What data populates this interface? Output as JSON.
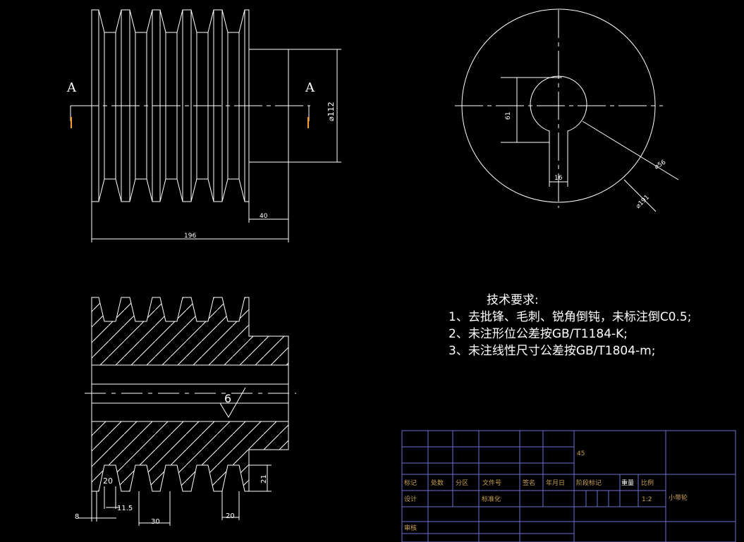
{
  "drawing": {
    "section_labels": [
      "A",
      "A"
    ],
    "dimensions": {
      "dia_112": "⌀112",
      "len_40": "40",
      "len_196": "196",
      "key_dia": "61",
      "hole_dia": "⌀56",
      "key_w": "16",
      "outer_dia": "⌀191",
      "groove_20a": "20",
      "groove_11_5": "11.5",
      "groove_8": "8",
      "groove_30": "30",
      "groove_20b": "20",
      "depth_21": "21",
      "roughness": "6"
    }
  },
  "notes": {
    "title": "技术要求:",
    "items": [
      "1、去批锋、毛刺、锐角倒钝，未标注倒C0.5;",
      "2、未注形位公差按GB/T1184-K;",
      "3、未注线性尺寸公差按GB/T1804-m;"
    ]
  },
  "title_block": {
    "material": "45",
    "headers": [
      "标记",
      "处数",
      "分区",
      "文件号",
      "签名",
      "年月日",
      "阶段标记",
      "重量",
      "比例"
    ],
    "design": "设计",
    "standardize": "标准化",
    "scale": "1:2",
    "part_name": "小带轮",
    "review": "审核"
  },
  "colors": {
    "line": "#ffffff",
    "table": "#6e6ed2",
    "table_text": "#c8a050",
    "marker": "#ff9933"
  }
}
